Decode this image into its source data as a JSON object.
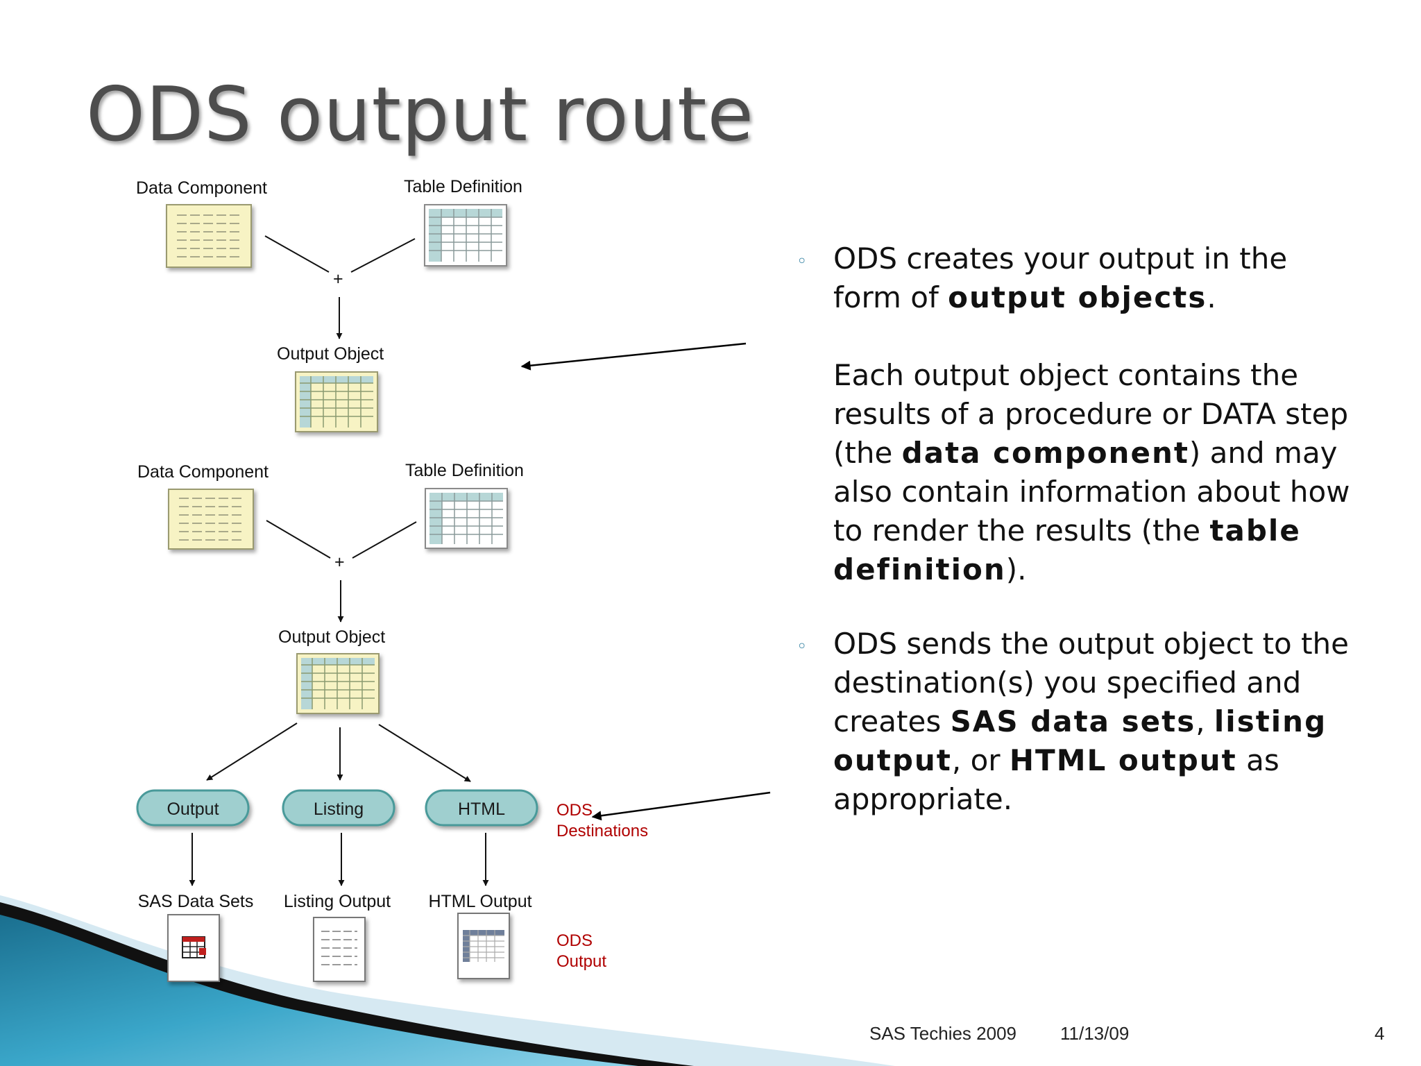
{
  "slide": {
    "title": "ODS output route",
    "footer": {
      "left": "SAS Techies 2009",
      "date": "11/13/09",
      "page": "4"
    }
  },
  "diagram": {
    "tier1": {
      "data_component": "Data Component",
      "table_definition": "Table Definition",
      "plus": "+",
      "output_object": "Output Object"
    },
    "tier2": {
      "data_component": "Data Component",
      "table_definition": "Table Definition",
      "plus": "+",
      "output_object": "Output Object"
    },
    "destinations": [
      "Output",
      "Listing",
      "HTML"
    ],
    "destinations_label": [
      "ODS",
      "Destinations"
    ],
    "outputs": [
      "SAS Data Sets",
      "Listing Output",
      "HTML Output"
    ],
    "output_label": [
      "ODS",
      "Output"
    ],
    "colors": {
      "pill_fill": "#9fcfcf",
      "pill_border": "#4a9a9a",
      "yellow_fill": "#f7f3c4",
      "table_header": "#b7d7d7",
      "red_label": "#b00000"
    }
  },
  "bullets": [
    {
      "paragraphs": [
        [
          {
            "text": "ODS creates your output in the form of ",
            "bold": false
          },
          {
            "text": "output objects",
            "bold": true
          },
          {
            "text": ".",
            "bold": false
          }
        ],
        [
          {
            "text": "Each output object contains the results of a procedure or DATA step (the ",
            "bold": false
          },
          {
            "text": "data component",
            "bold": true
          },
          {
            "text": ") and may also contain information about how to render the results (the ",
            "bold": false
          },
          {
            "text": "table definition",
            "bold": true
          },
          {
            "text": ").",
            "bold": false
          }
        ]
      ]
    },
    {
      "paragraphs": [
        [
          {
            "text": "ODS sends the output object to the destination(s) you specified and creates ",
            "bold": false
          },
          {
            "text": "SAS data sets",
            "bold": true
          },
          {
            "text": ", ",
            "bold": false
          },
          {
            "text": "listing output",
            "bold": true
          },
          {
            "text": ", or ",
            "bold": false
          },
          {
            "text": "HTML output",
            "bold": true
          },
          {
            "text": " as appropriate.",
            "bold": false
          }
        ]
      ]
    }
  ]
}
